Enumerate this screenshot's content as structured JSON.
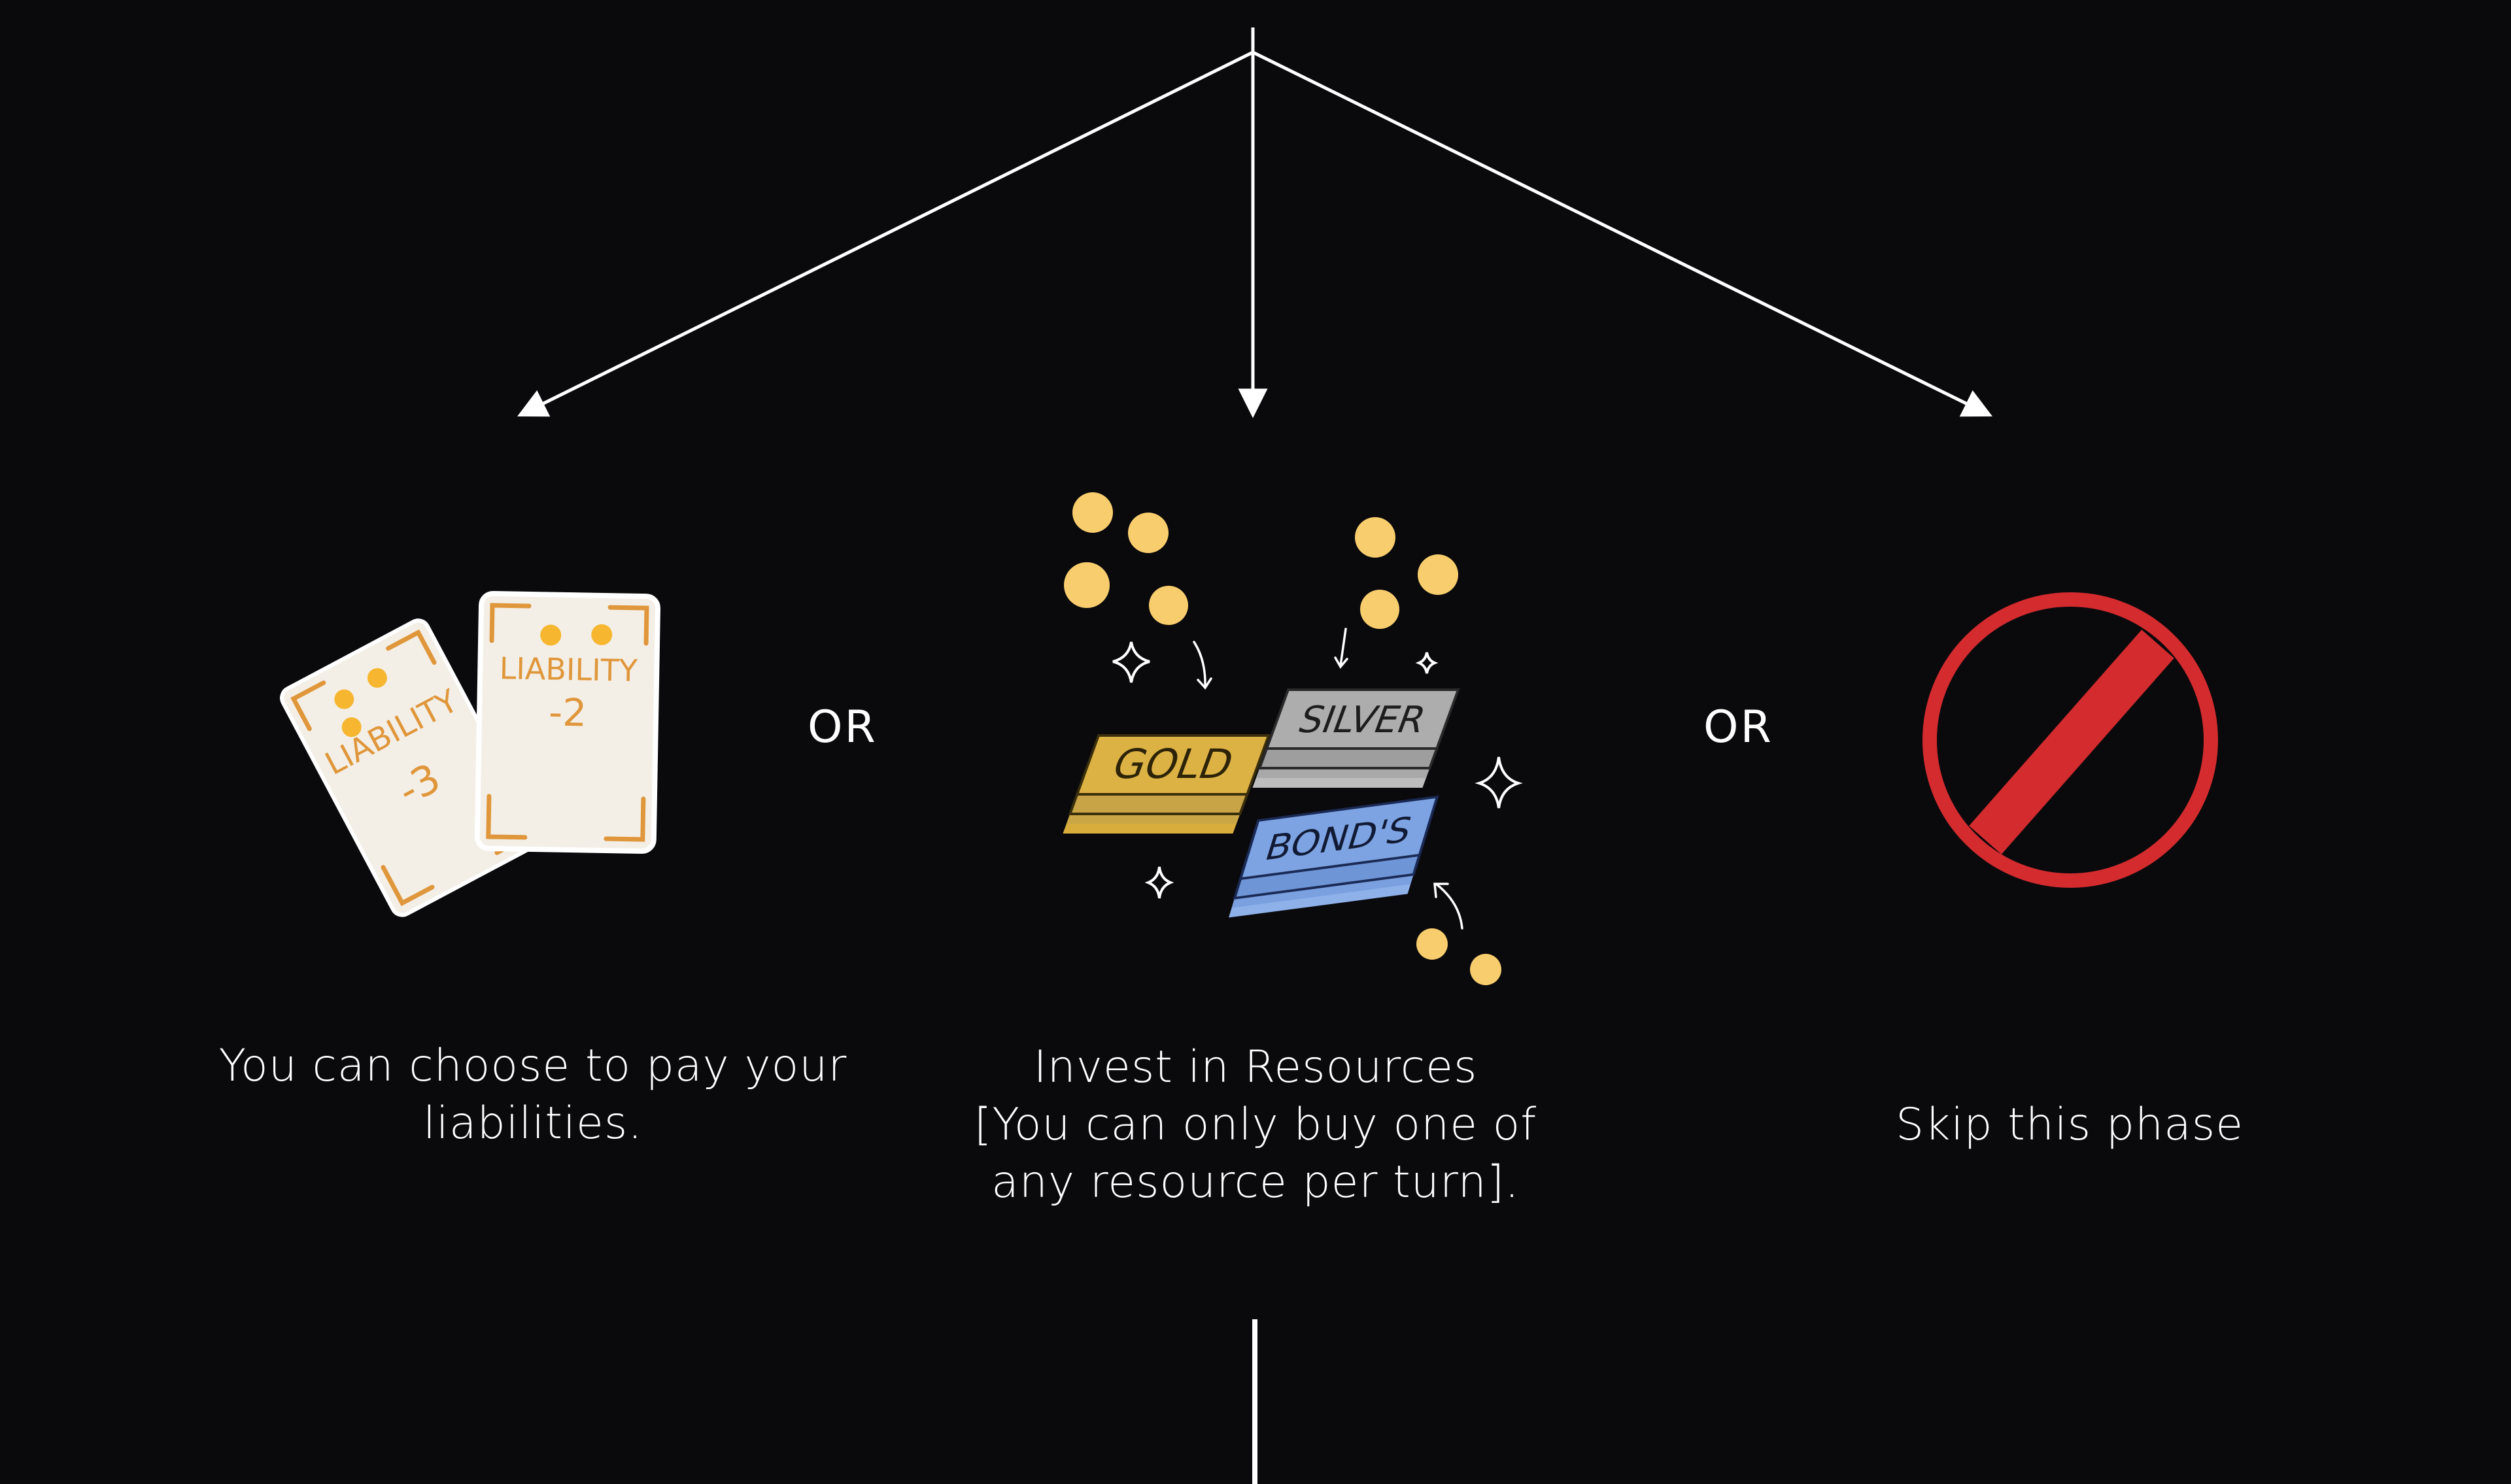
{
  "options": [
    {
      "id": "pay-liabilities",
      "lines": [
        "You can choose to pay your",
        "liabilities."
      ],
      "cards": [
        {
          "text": "LIABILITY",
          "value": "-3"
        },
        {
          "text": "LIABILITY",
          "value": "-2"
        }
      ]
    },
    {
      "id": "invest-resources",
      "lines": [
        "Invest in Resources",
        "[You can only buy one of",
        "any resource per turn]."
      ],
      "resources": [
        "GOLD",
        "SILVER",
        "BOND'S"
      ]
    },
    {
      "id": "skip-phase",
      "lines": [
        "Skip this phase"
      ]
    }
  ],
  "separators": [
    "OR",
    "OR"
  ],
  "colors": {
    "background": "#0a090c",
    "line": "#ffffff",
    "card_fill": "#f3efe6",
    "card_border": "#e0963a",
    "coin": "#f8cd6d",
    "gold": "#c9a646",
    "silver": "#9e9e9e",
    "bonds": "#6e95d6",
    "no_sign": "#d32b2e"
  }
}
